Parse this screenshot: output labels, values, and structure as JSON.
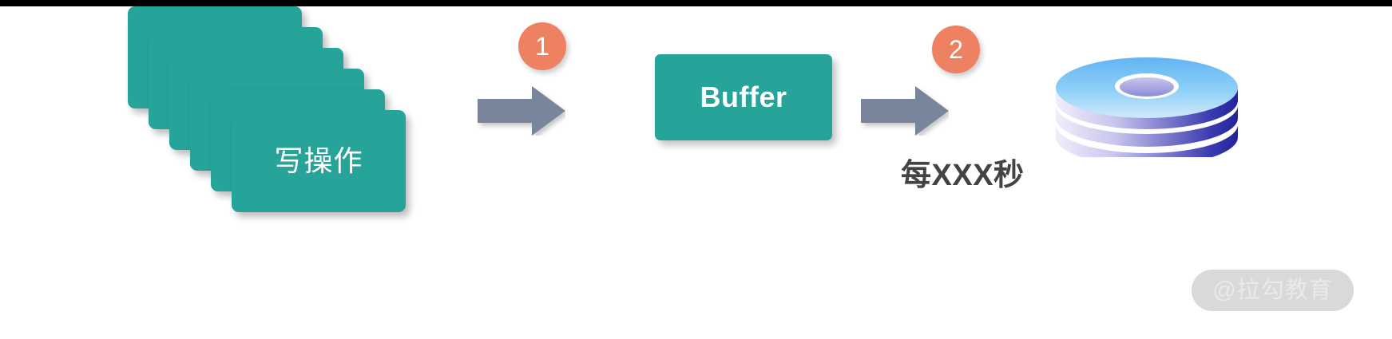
{
  "diagram": {
    "title": "Write buffering flow",
    "background_color": "#ffffff",
    "top_bar_color": "#000000",
    "colors": {
      "teal": "#27a49a",
      "coral": "#ef8163",
      "arrow_gray": "#78859b",
      "text_dark": "#434343",
      "disc_light": "#eae9fa",
      "disc_blue": "#2c2fa8",
      "disc_top_blue": "#66b8f2",
      "watermark_pill": "#d9d9d9",
      "watermark_text": "#eaeaea"
    },
    "write_stack": {
      "label": "写操作",
      "card_count": 6,
      "cards": [
        {
          "index": 0
        },
        {
          "index": 1
        },
        {
          "index": 2
        },
        {
          "index": 3
        },
        {
          "index": 4
        },
        {
          "index": 5
        }
      ]
    },
    "steps": [
      {
        "number": "1"
      },
      {
        "number": "2"
      }
    ],
    "buffer": {
      "label": "Buffer"
    },
    "interval": {
      "label": "每XXX秒"
    },
    "database": {
      "name": "disk-storage-icon",
      "disc_count": 3
    },
    "arrows": [
      {
        "name": "arrow-write-to-buffer",
        "direction": "right"
      },
      {
        "name": "arrow-buffer-to-disk",
        "direction": "right"
      }
    ],
    "watermark": {
      "text": "@拉勾教育"
    }
  }
}
